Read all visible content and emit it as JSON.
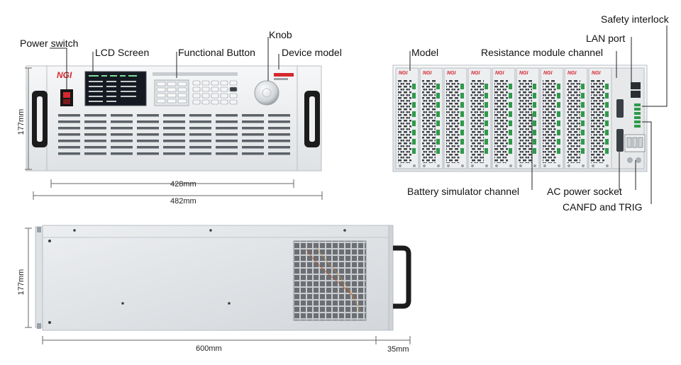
{
  "labels": {
    "power_switch": "Power switch",
    "lcd_screen": "LCD Screen",
    "functional_button": "Functional Button",
    "knob": "Knob",
    "device_model": "Device model",
    "model": "Model",
    "resistance_module_channel": "Resistance module channel",
    "safety_interlock": "Safety interlock",
    "lan_port": "LAN port",
    "battery_simulator_channel": "Battery simulator channel",
    "ac_power_socket": "AC power socket",
    "canfd_trig": "CANFD and TRIG"
  },
  "dimensions": {
    "front_height": "177mm",
    "front_width_inner": "428mm",
    "front_width_outer": "482mm",
    "side_height": "177mm",
    "side_depth": "600mm",
    "side_handle": "35mm"
  },
  "brand_mark": "NGI",
  "colors": {
    "chassis": "#eef0f2",
    "chassis_edge": "#b9bec4",
    "vent": "#5c6268",
    "handle": "#1c1c1c",
    "lcd": "#151a22",
    "accent_red": "#d6282e",
    "leader": "#222222"
  }
}
